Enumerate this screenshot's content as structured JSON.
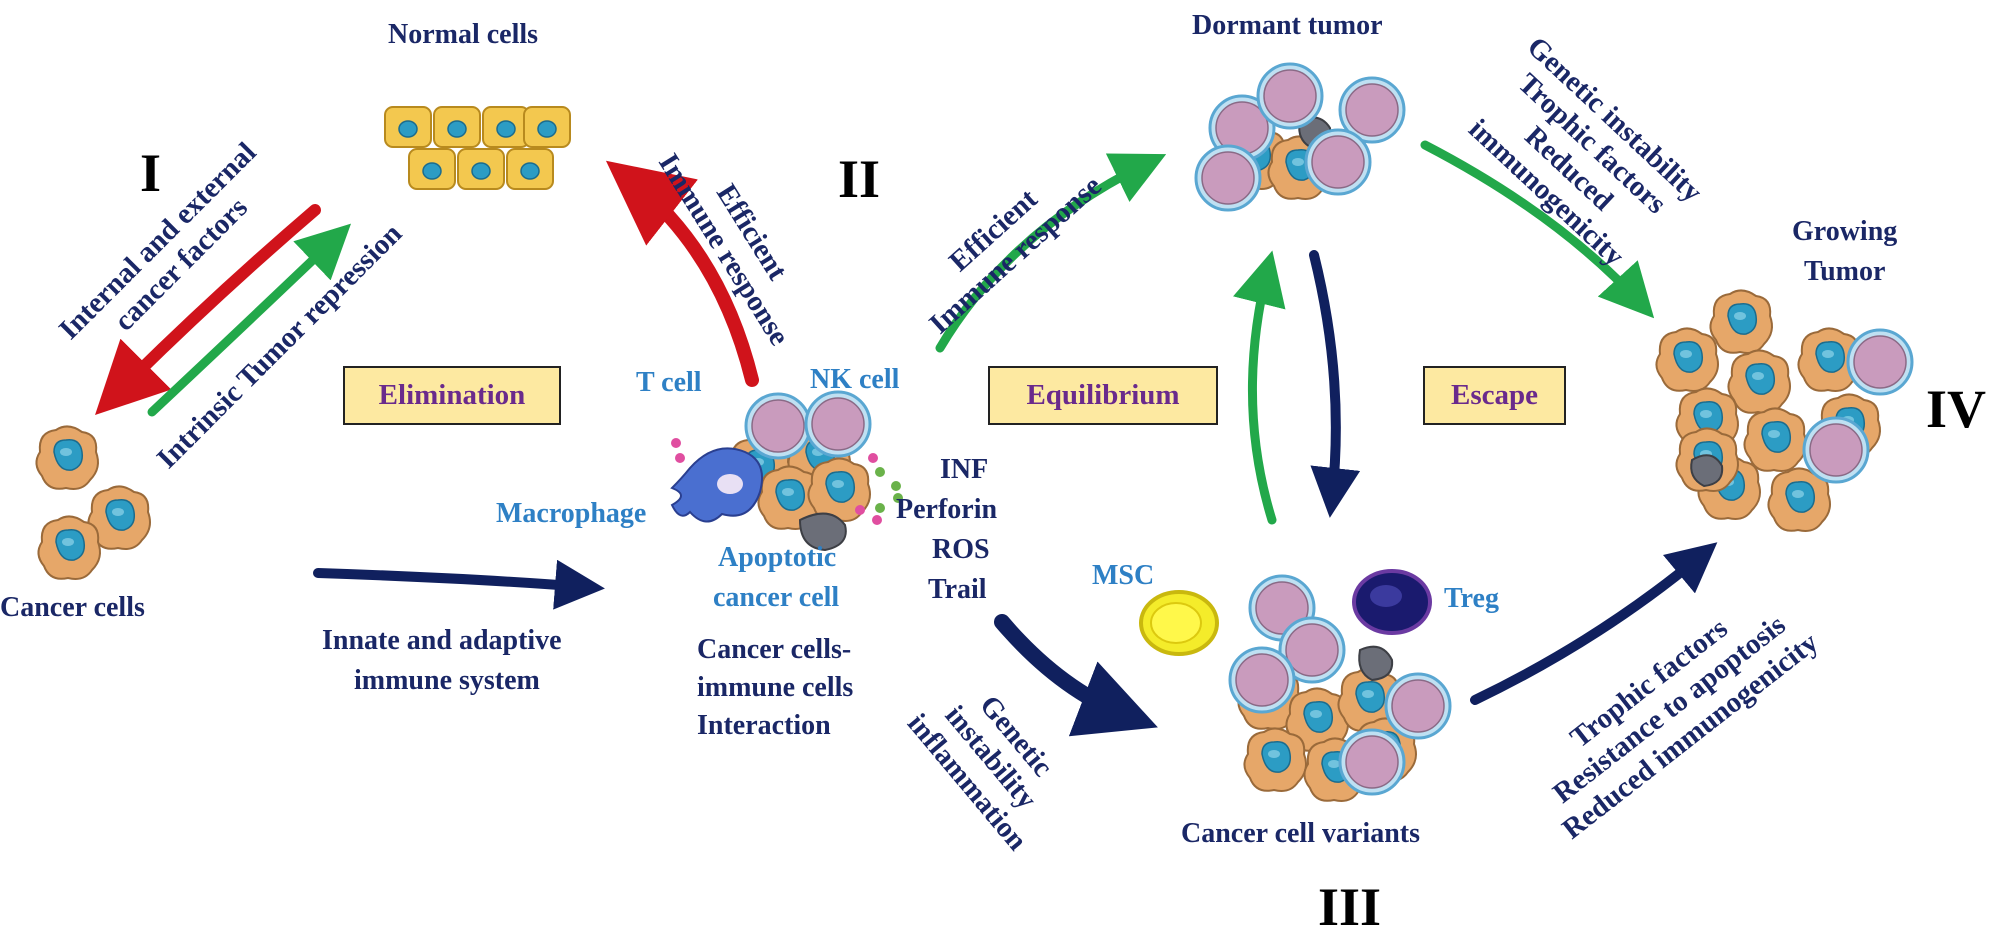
{
  "roman": {
    "I": "I",
    "II": "II",
    "III": "III",
    "IV": "IV"
  },
  "phases": {
    "elimination": "Elimination",
    "equilibrium": "Equilibrium",
    "escape": "Escape"
  },
  "labels": {
    "normal_cells": "Normal cells",
    "cancer_cells": "Cancer cells",
    "dormant_tumor": "Dormant tumor",
    "growing_tumor_1": "Growing",
    "growing_tumor_2": "Tumor",
    "cancer_cell_variants": "Cancer cell variants",
    "t_cell": "T cell",
    "nk_cell": "NK cell",
    "macrophage": "Macrophage",
    "apoptotic_1": "Apoptotic",
    "apoptotic_2": "cancer cell",
    "interaction_1": "Cancer cells-",
    "interaction_2": "immune cells",
    "interaction_3": "Interaction",
    "innate_1": "Innate and adaptive",
    "innate_2": "immune system",
    "inf": "INF",
    "perforin": "Perforin",
    "ros": "ROS",
    "trail": "Trail",
    "msc": "MSC",
    "treg": "Treg"
  },
  "rotated": {
    "internal_1": "Internal and external",
    "internal_2": "cancer factors",
    "intrinsic": "Intrinsic Tumor repression",
    "efficient_a_1": "Efficient",
    "efficient_a_2": "Immune response",
    "efficient_b_1": "Efficient",
    "efficient_b_2": "Immune response",
    "genetic_top_1": "Genetic instability",
    "genetic_top_2": "Trophic factors",
    "genetic_top_3": "Reduced",
    "genetic_top_4": "immunogenicity",
    "genetic_bottom_1": "Genetic",
    "genetic_bottom_2": "instability",
    "genetic_bottom_3": "inflammation",
    "trophic_bottom_1": "Trophic factors",
    "trophic_bottom_2": "Resistance to apoptosis",
    "trophic_bottom_3": "Reduced immunogenicity"
  },
  "colors": {
    "navy": "#1a2766",
    "blue_text": "#2e80c5",
    "phase_fill": "#fde9a1",
    "phase_text": "#6a2a8c",
    "red_arrow": "#d0131b",
    "green_arrow": "#22a84a",
    "navy_arrow": "#10205e",
    "cancer_cell": "#e6a769",
    "nucleus": "#2c9cc4",
    "immune_cell": "#c99bbd",
    "normal_cell": "#f3c84f"
  }
}
